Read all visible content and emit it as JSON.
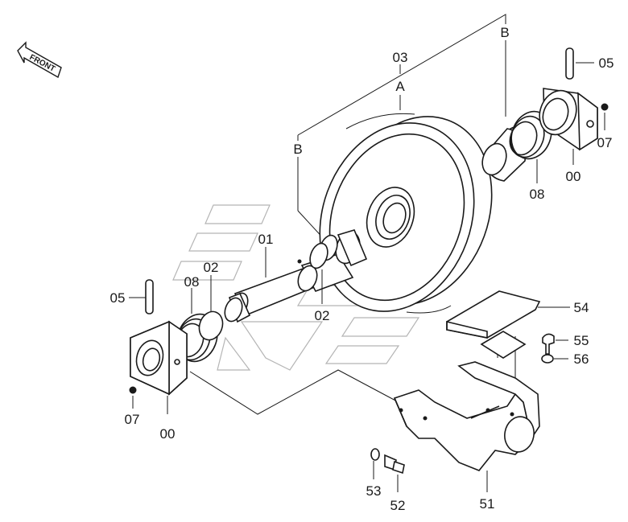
{
  "labels": {
    "front": "FRONT",
    "p03": "03",
    "pA": "A",
    "pB_top": "B",
    "pB_left": "B",
    "p05_right": "05",
    "p07_right": "07",
    "p00_right": "00",
    "p08_right": "08",
    "p01": "01",
    "p02_upper": "02",
    "p02_lower": "02",
    "p08_left": "08",
    "p05_left": "05",
    "p07_left": "07",
    "p00_left": "00",
    "p54": "54",
    "p55": "55",
    "p56": "56",
    "p51": "51",
    "p52": "52",
    "p53": "53"
  }
}
